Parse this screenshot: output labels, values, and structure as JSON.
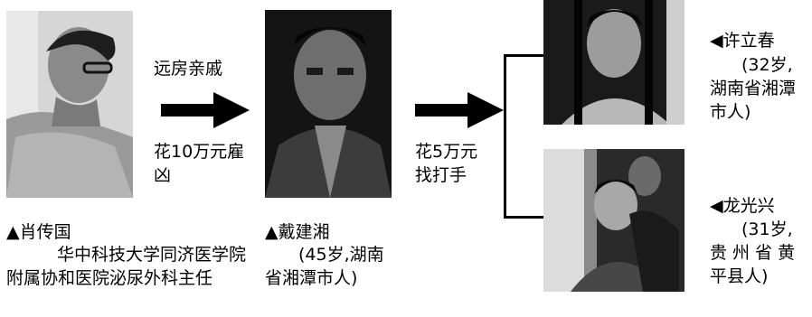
{
  "people": {
    "xiao": {
      "name_line": "▲肖传国",
      "title_line1": "华中科技大学同济医学院",
      "title_line2": "附属协和医院泌尿外科主任"
    },
    "dai": {
      "name_line": "▲戴建湘",
      "detail_line1": "(45岁,湖南",
      "detail_line2": "省湘潭市人)"
    },
    "xu": {
      "name_line": "◀许立春",
      "detail_line1": "(32岁,",
      "detail_line2": "湖南省湘潭",
      "detail_line3": "市人)"
    },
    "long": {
      "name_line": "◀龙光兴",
      "detail_line1": "(31岁,",
      "detail_line2": "贵州省黄",
      "detail_line3": "平县人)"
    }
  },
  "links": {
    "first": {
      "above": "远房亲戚",
      "below_line1": "花10万元雇",
      "below_line2": "凶"
    },
    "second": {
      "below_line1": "花5万元",
      "below_line2": "找打手"
    }
  },
  "colors": {
    "ink": "#000000",
    "paper": "#ffffff"
  }
}
